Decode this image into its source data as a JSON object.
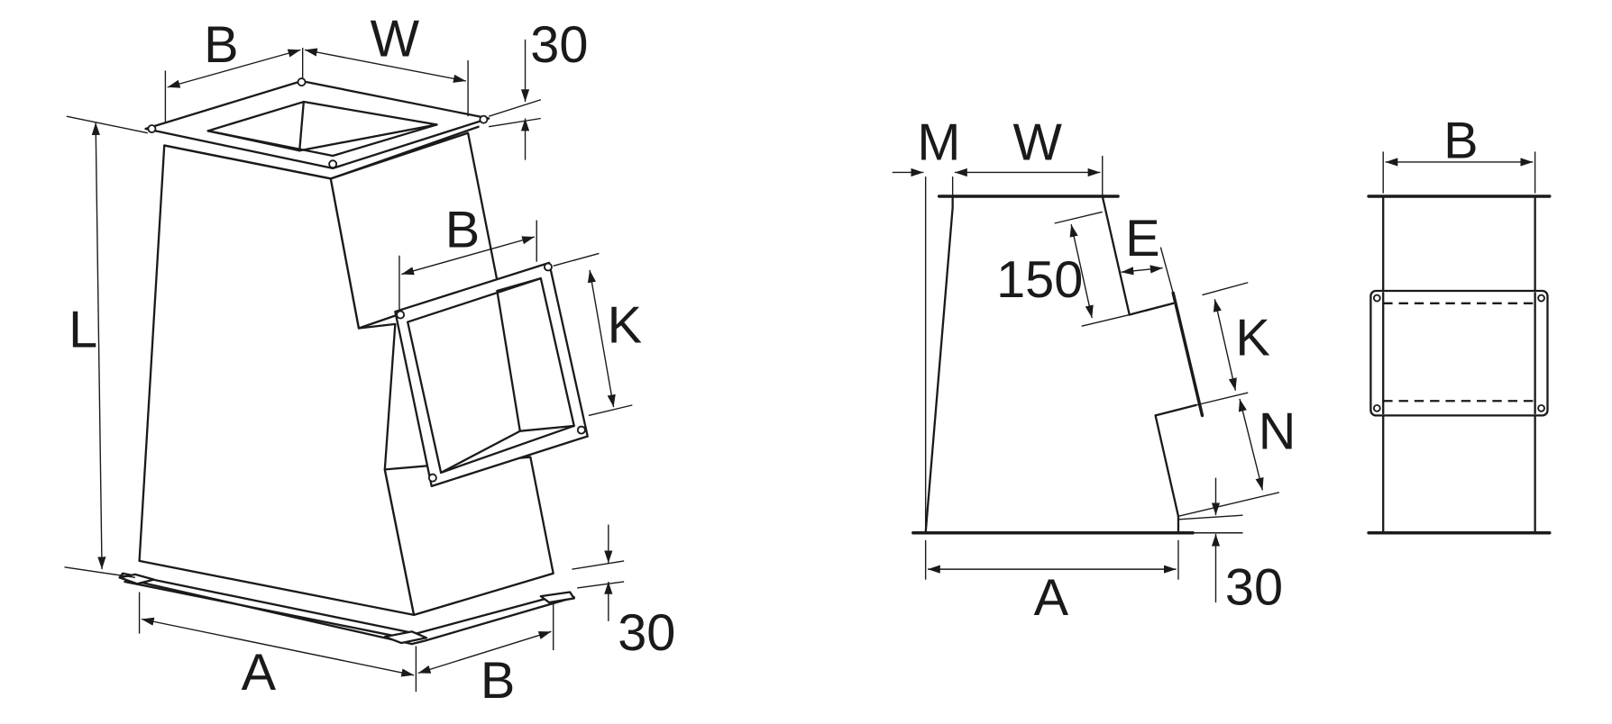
{
  "iso_view": {
    "labels": {
      "top_depth": "B",
      "top_width": "W",
      "top_flange": "30",
      "side_depth": "B",
      "side_height": "K",
      "length": "L",
      "bottom_width": "A",
      "bottom_depth": "B",
      "bottom_flange": "30"
    }
  },
  "front_view": {
    "labels": {
      "offset": "M",
      "top_width": "W",
      "fixed_length": "150",
      "wall_offset": "E",
      "branch_height": "K",
      "branch_offset": "N",
      "bottom_width": "A",
      "flange": "30"
    }
  },
  "side_view": {
    "labels": {
      "depth": "B"
    }
  }
}
